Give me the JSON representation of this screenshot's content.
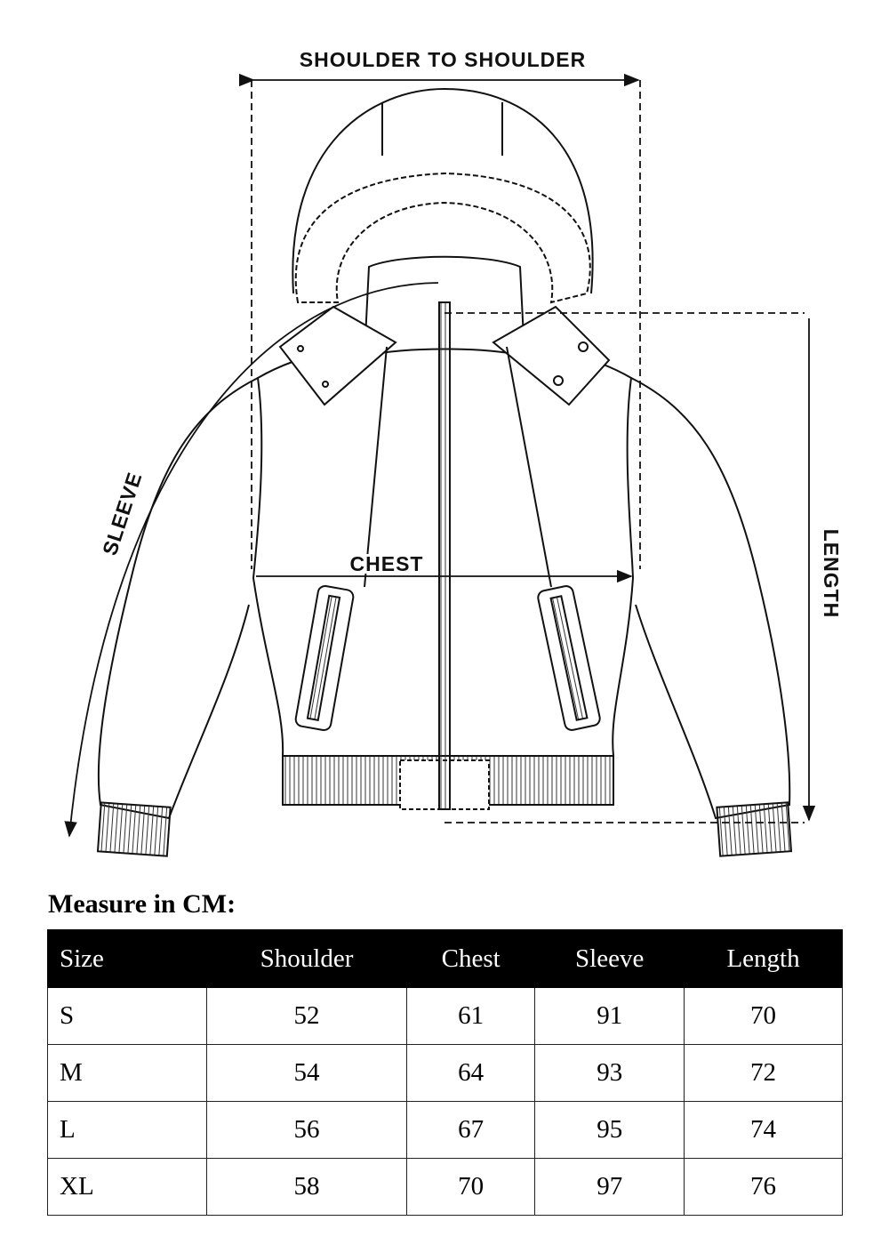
{
  "diagram": {
    "labels": {
      "shoulder": "SHOULDER TO SHOULDER",
      "chest": "CHEST",
      "sleeve": "SLEEVE",
      "length": "LENGTH"
    }
  },
  "size_chart": {
    "title": "Measure in CM:",
    "headers": [
      "Size",
      "Shoulder",
      "Chest",
      "Sleeve",
      "Length"
    ],
    "rows": [
      [
        "S",
        "52",
        "61",
        "91",
        "70"
      ],
      [
        "M",
        "54",
        "64",
        "93",
        "72"
      ],
      [
        "L",
        "56",
        "67",
        "95",
        "74"
      ],
      [
        "XL",
        "58",
        "70",
        "97",
        "76"
      ]
    ]
  }
}
